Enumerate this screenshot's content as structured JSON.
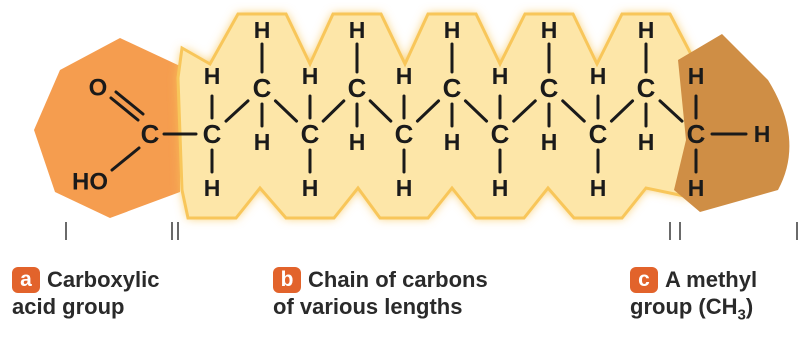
{
  "colors": {
    "carboxyl_fill": "#f59d4f",
    "chain_fill": "#fde6a8",
    "chain_glow": "#f8c65a",
    "methyl_fill": "#cf8e45",
    "badge": "#e2632b",
    "text": "#2a2a2a"
  },
  "molecule": {
    "carboxyl": {
      "double_o": "O",
      "carbon": "C",
      "hydroxyl": "HO"
    },
    "chain_carbon": "C",
    "hydrogen": "H",
    "methyl": {
      "carbon": "C",
      "hydrogen": "H"
    }
  },
  "labels": [
    {
      "badge": "a",
      "line1": "Carboxylic",
      "line2": "acid group"
    },
    {
      "badge": "b",
      "line1": "Chain of carbons",
      "line2": "of various lengths"
    },
    {
      "badge": "c",
      "line1": "A methyl",
      "line2_text": "group (CH",
      "line2_sub": "3",
      "line2_tail": ")"
    }
  ]
}
